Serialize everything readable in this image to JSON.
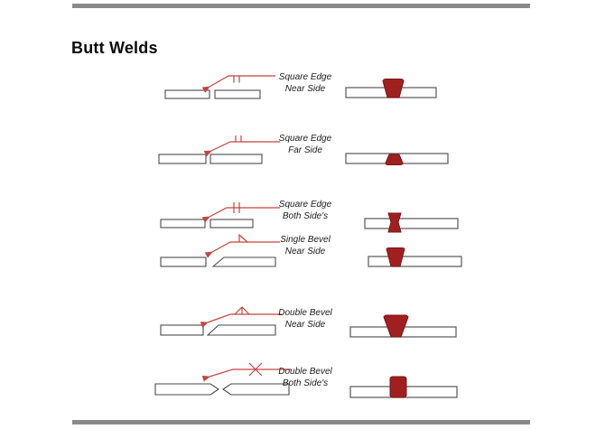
{
  "page": {
    "title": "Butt Welds"
  },
  "rows": [
    {
      "id": "square-edge-near-side",
      "line1": "Square Edge",
      "line2": "Near Side"
    },
    {
      "id": "square-edge-far-side",
      "line1": "Square Edge",
      "line2": "Far Side"
    },
    {
      "id": "square-edge-both-sides",
      "line1": "Square Edge",
      "line2": "Both Side's"
    },
    {
      "id": "single-bevel-near-side",
      "line1": "Single Bevel",
      "line2": "Near Side"
    },
    {
      "id": "double-bevel-near-side",
      "line1": "Double Bevel",
      "line2": "Near Side"
    },
    {
      "id": "double-bevel-both-sides",
      "line1": "Double Bevel",
      "line2": "Both Side's"
    }
  ],
  "colors": {
    "leader_red": "#c2453f",
    "weld_red": "#a02020",
    "weld_outline": "#7d1414",
    "plate_outline": "#4a4a4a",
    "bar_gray": "#8a8a8a"
  }
}
